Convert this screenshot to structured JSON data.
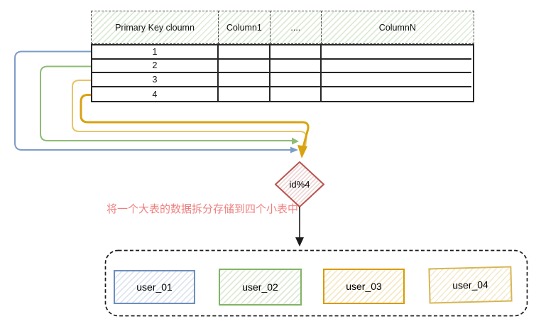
{
  "big_table": {
    "headers": [
      "Primary Key cloumn",
      "Column1",
      "....",
      "ColumnN"
    ],
    "rows": [
      [
        "1",
        "",
        "",
        ""
      ],
      [
        "2",
        "",
        "",
        ""
      ],
      [
        "3",
        "",
        "",
        ""
      ],
      [
        "4",
        "",
        "",
        ""
      ]
    ],
    "header_hatch_color": "#82b36645"
  },
  "decision": {
    "label": "id%4",
    "border_color": "#b85450",
    "hatch_color": "#b8545040"
  },
  "caption": {
    "text": "将一个大表的数据拆分存储到四个小表中",
    "color": "#ee7f7f"
  },
  "shards": [
    {
      "label": "user_01",
      "border_color": "#6c8ebf",
      "hatch_color": "#6c8ebf38"
    },
    {
      "label": "user_02",
      "border_color": "#82b366",
      "hatch_color": "#82b36645"
    },
    {
      "label": "user_03",
      "border_color": "#d79b00",
      "hatch_color": "#d79b0038"
    },
    {
      "label": "user_04",
      "border_color": "#d6b656",
      "hatch_color": "#d6b65648"
    }
  ],
  "flow_arrows": [
    {
      "from_row": "1",
      "color": "#7e9cc8"
    },
    {
      "from_row": "2",
      "color": "#8fbb75"
    },
    {
      "from_row": "3",
      "color": "#e8c368"
    },
    {
      "from_row": "4",
      "color": "#d9a210"
    }
  ]
}
